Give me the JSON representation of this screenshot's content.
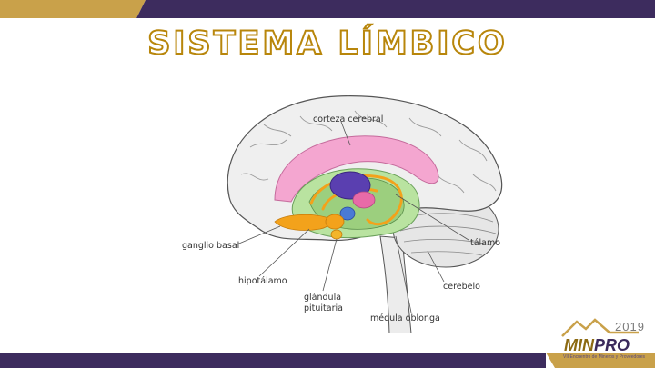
{
  "slide": {
    "title": "SISTEMA LÍMBICO"
  },
  "diagram": {
    "labels": {
      "corteza_cerebral": "corteza cerebral",
      "ganglio_basal": "ganglio basal",
      "hipotalamo": "hipotálamo",
      "glandula_pituitaria_line1": "glándula",
      "glandula_pituitaria_line2": "pituitaria",
      "medula_oblonga": "médula oblonga",
      "talamo": "tálamo",
      "cerebelo": "cerebelo"
    }
  },
  "logo": {
    "year": "2019",
    "name_part1": "MIN",
    "name_part2": "PRO",
    "subtitle": "VII Encuentro de Mineros y Proveedores"
  },
  "colors": {
    "bar_purple": "#3d2c5e",
    "bar_gold": "#c9a14a",
    "title_outline": "#b8860b",
    "cortex_gray": "#eeeeee",
    "limbic_pink": "#f4a6d0",
    "limbic_green": "#b9e3a0",
    "thalamus_purple": "#5a3fb0",
    "basal_orange": "#f3a21b"
  }
}
